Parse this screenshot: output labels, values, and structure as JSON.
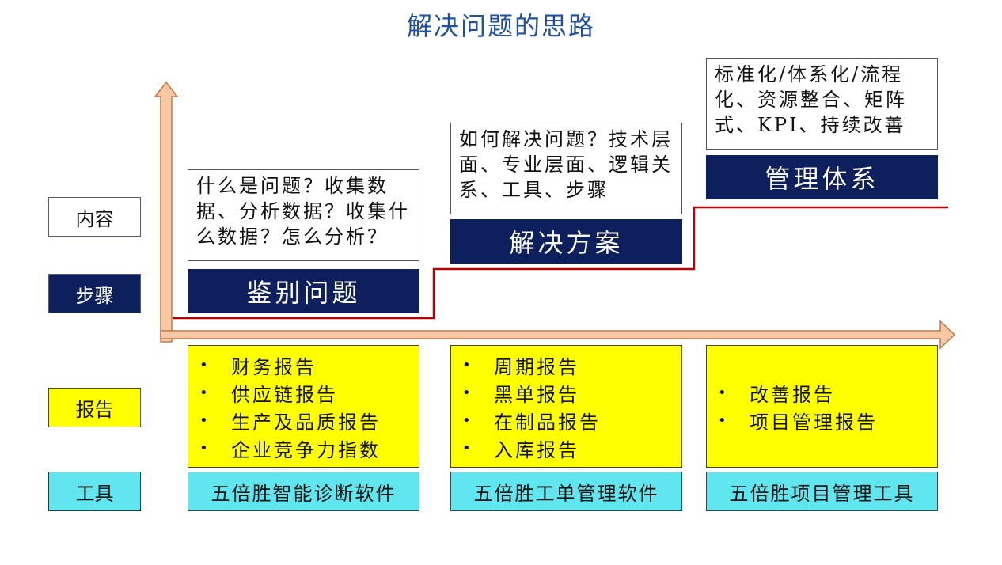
{
  "title": "解决问题的思路",
  "row_labels": {
    "content": "内容",
    "steps": "步骤",
    "reports": "报告",
    "tools": "工具"
  },
  "stages": [
    {
      "content": "什么是问题？收集数据、分析数据？收集什么数据？怎么分析？",
      "step": "鉴别问题",
      "reports": [
        "财务报告",
        "供应链报告",
        "生产及品质报告",
        "企业竞争力指数"
      ],
      "tool": "五倍胜智能诊断软件"
    },
    {
      "content": "如何解决问题？技术层面、专业层面、逻辑关系、工具、步骤",
      "step": "解决方案",
      "reports": [
        "周期报告",
        "黑单报告",
        "在制品报告",
        "入库报告"
      ],
      "tool": "五倍胜工单管理软件"
    },
    {
      "content": "标准化/体系化/流程化、资源整合、矩阵式、KPI、持续改善",
      "step": "管理体系",
      "reports": [
        "改善报告",
        "项目管理报告"
      ],
      "tool": "五倍胜项目管理工具"
    }
  ],
  "bullet_symbol": "•",
  "colors": {
    "title": "#1f4fa6",
    "navy": "#0d1f5c",
    "yellow": "#ffff00",
    "cyan": "#5fe6ee",
    "arrow_fill": "#f6c9a4",
    "arrow_stroke": "#c0784a",
    "stair_line": "#c00000"
  }
}
